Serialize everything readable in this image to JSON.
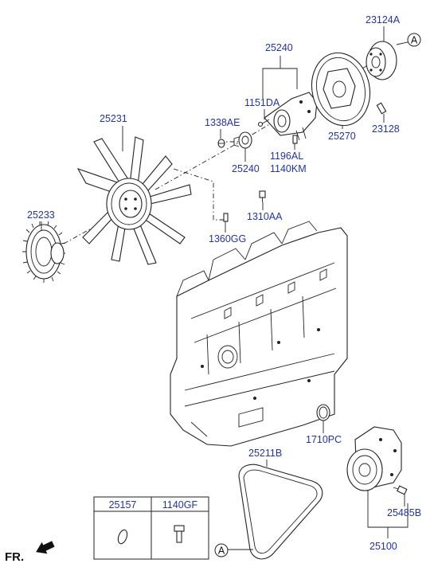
{
  "labels": {
    "p23124A": "23124A",
    "p25240_top": "25240",
    "p1151DA": "1151DA",
    "p25231": "25231",
    "p1338AE": "1338AE",
    "p25240_low": "25240",
    "p1196AL": "1196AL",
    "p1140KM": "1140KM",
    "p25270": "25270",
    "p23128": "23128",
    "p25233": "25233",
    "p1310AA": "1310AA",
    "p1360GG": "1360GG",
    "p1710PC": "1710PC",
    "p25211B": "25211B",
    "p25485B": "25485B",
    "p25100": "25100"
  },
  "callouts": {
    "ref_top": "A",
    "ref_bottom": "A"
  },
  "table": {
    "col1": "25157",
    "col2": "1140GF"
  },
  "footer": {
    "fr": "FR."
  }
}
